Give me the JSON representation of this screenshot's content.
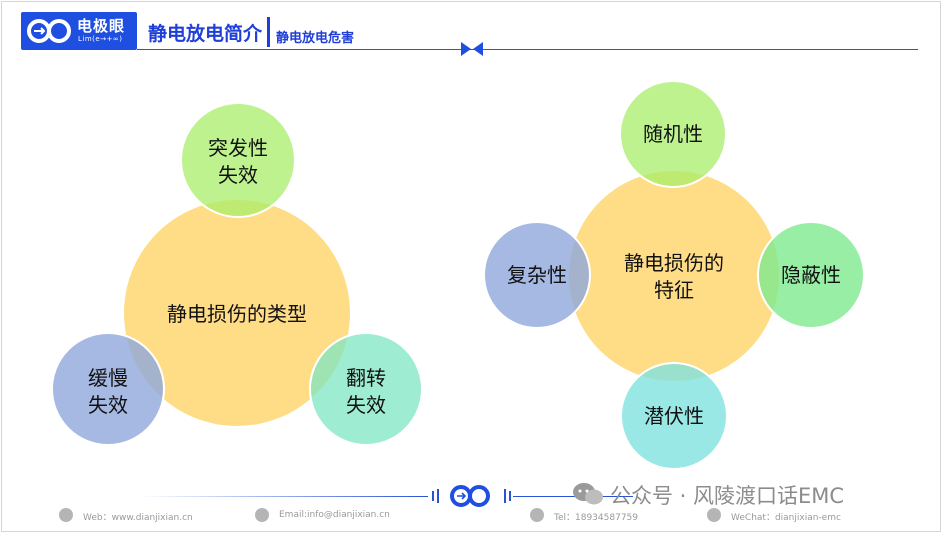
{
  "header": {
    "logo_cn": "电极眼",
    "logo_en": "Lim(e→+∞)",
    "title": "静电放电简介",
    "subtitle": "静电放电危害"
  },
  "diagram_left": {
    "center": "静电损伤的类型",
    "satellites": [
      {
        "line1": "突发性",
        "line2": "失效"
      },
      {
        "line1": "缓慢",
        "line2": "失效"
      },
      {
        "line1": "翻转",
        "line2": "失效"
      }
    ]
  },
  "diagram_right": {
    "center_line1": "静电损伤的",
    "center_line2": "特征",
    "satellites": [
      "随机性",
      "隐蔽性",
      "潜伏性",
      "复杂性"
    ]
  },
  "colors": {
    "center": "#FFD97A",
    "green_light": "#A8EE6A",
    "blue": "#8FA8DC",
    "teal": "#7EE6C2",
    "green": "#7EEA8E",
    "cyan": "#80E2DE",
    "brand_blue": "#1F4FE0"
  },
  "footer": {
    "web": "Web：www.dianjixian.cn",
    "email": "Email:info@dianjixian.cn",
    "tel": "Tel：18934587759",
    "wechat": "WeChat：dianjixian-emc"
  },
  "watermark": "公众号 · 风陵渡口话EMC"
}
